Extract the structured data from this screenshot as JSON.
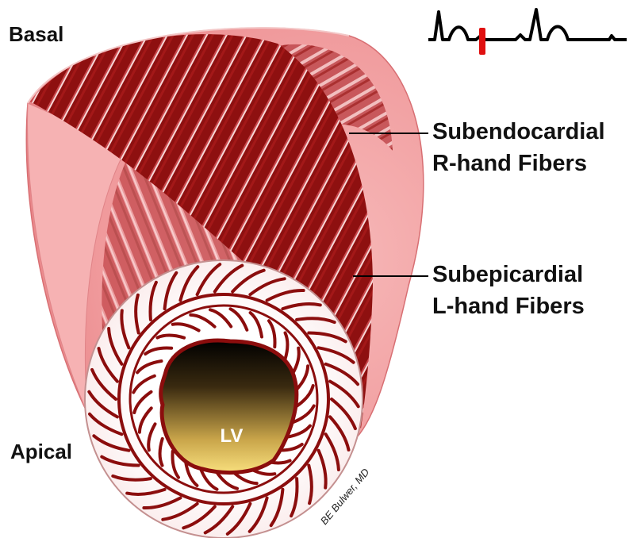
{
  "labels": {
    "basal": "Basal",
    "apical": "Apical",
    "subendo_line1": "Subendocardial",
    "subendo_line2": "R-hand Fibers",
    "subepi_line1": "Subepicardial",
    "subepi_line2": "L-hand Fibers",
    "cavity": "LV",
    "credit": "BE Bulwer, MD"
  },
  "colors": {
    "muscle_dark": "#8b0d0d",
    "muscle_mid": "#c0343a",
    "epicardium_pink": "#f4a3a3",
    "cavity_top": "#000000",
    "cavity_bottom": "#f7dc7a",
    "ecg_trace": "#000000",
    "ecg_marker": "#e01010"
  },
  "icons": {
    "ecg": "ecg-trace-icon"
  }
}
